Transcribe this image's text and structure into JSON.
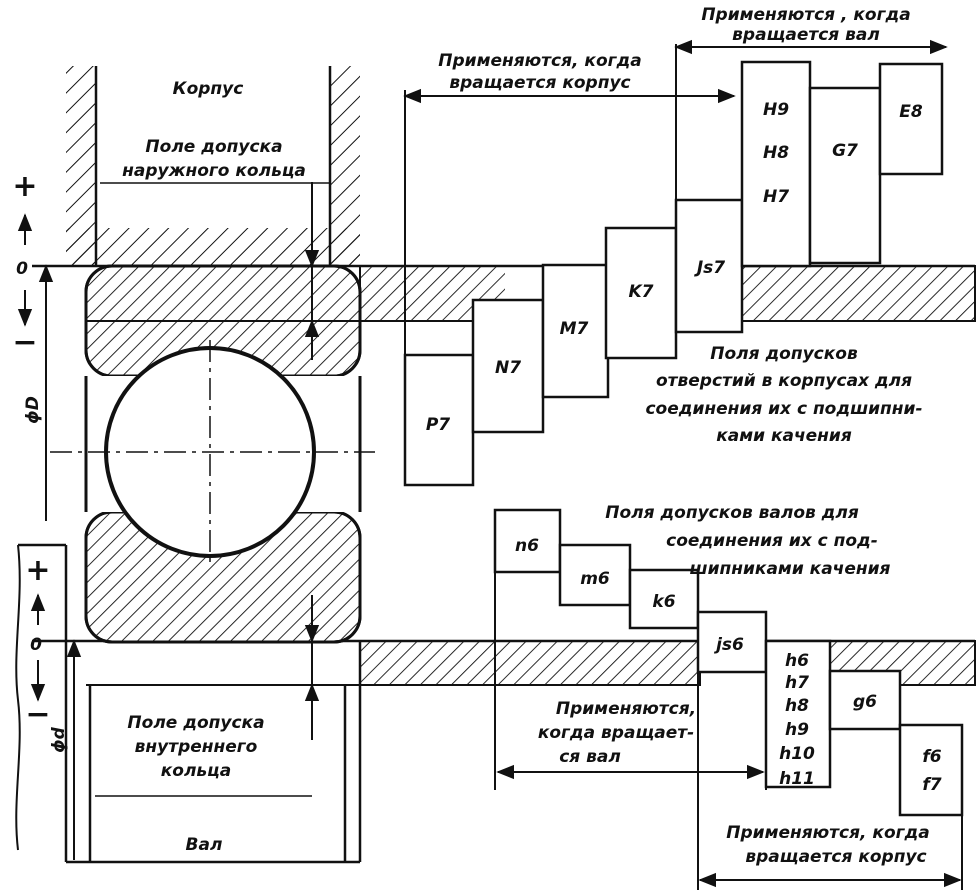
{
  "labels": {
    "housing": "Корпус",
    "shaft": "Вал",
    "outer_ring_tolerance": [
      "Поле допуска",
      "наружного кольца"
    ],
    "inner_ring_tolerance": [
      "Поле допуска",
      "внутреннего",
      "кольца"
    ],
    "housing_bore_fields": [
      "Поля допусков",
      "отверстий в корпусах для",
      "соединения их с подшипни-",
      "ками качения"
    ],
    "shaft_fields": [
      "Поля допусков валов для",
      "соединения их с под-",
      "шипниками качения"
    ],
    "applied_housing_rotates_top": [
      "Применяются, когда",
      "вращается корпус"
    ],
    "applied_shaft_rotates_top": [
      "Применяются , когда",
      "вращается вал"
    ],
    "applied_shaft_rotates_bottom": [
      "Применяются,",
      "когда вращает-",
      "ся вал"
    ],
    "applied_housing_rotates_bottom": [
      "Применяются, когда",
      "вращается корпус"
    ],
    "plus": "+",
    "minus": "−",
    "zero_line": "0",
    "outer_diameter": "ϕD",
    "inner_diameter": "ϕd"
  },
  "housing_fields": [
    "P7",
    "N7",
    "M7",
    "K7",
    "Js7",
    "H7",
    "H8",
    "H9",
    "G7",
    "E8"
  ],
  "shaft_fields": [
    "n6",
    "m6",
    "k6",
    "js6",
    "h6",
    "h7",
    "h8",
    "h9",
    "h10",
    "h11",
    "g6",
    "f6",
    "f7"
  ]
}
